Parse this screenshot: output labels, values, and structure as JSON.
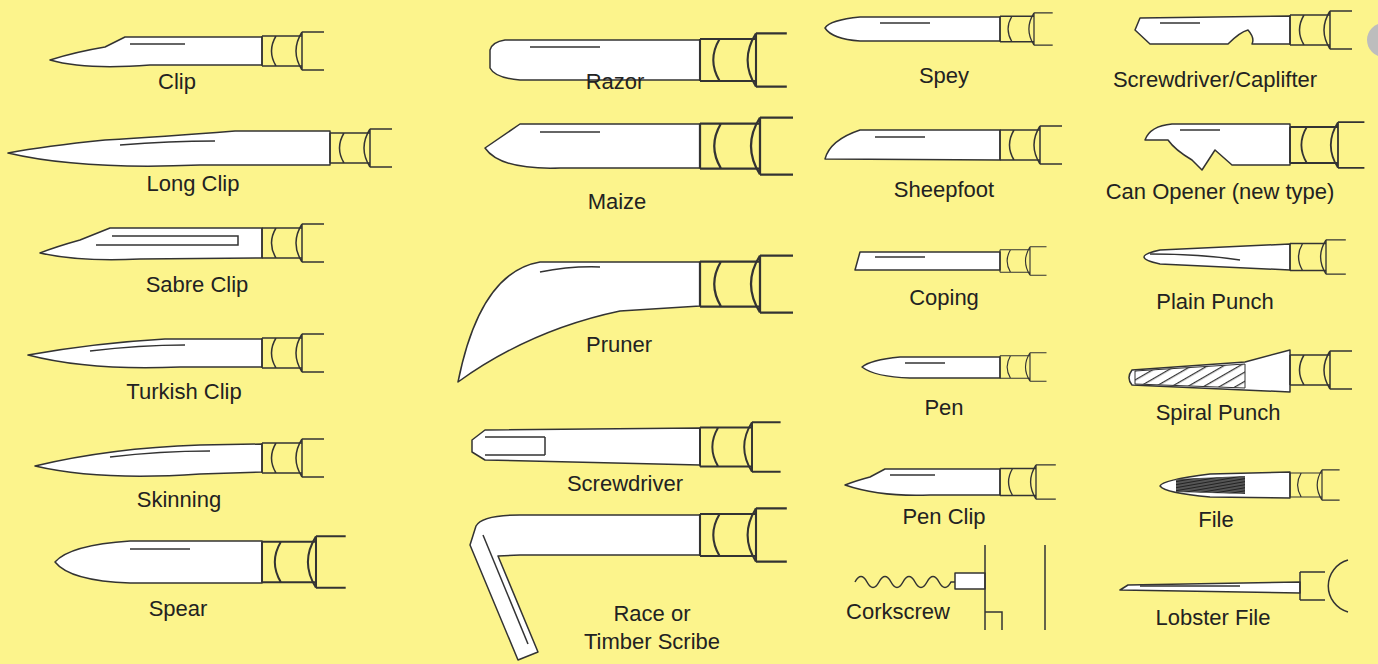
{
  "diagram": {
    "labels": [
      "Clip",
      "Long Clip",
      "Sabre Clip",
      "Turkish Clip",
      "Skinning",
      "Spear",
      "Razor",
      "Maize",
      "Pruner",
      "Screwdriver",
      "Race or Timber Scribe",
      "Spey",
      "Sheepfoot",
      "Coping",
      "Pen",
      "Pen Clip",
      "Corkscrew",
      "Screwdriver/Caplifter",
      "Can Opener (new type)",
      "Plain Punch",
      "Spiral Punch",
      "File",
      "Lobster File"
    ]
  }
}
